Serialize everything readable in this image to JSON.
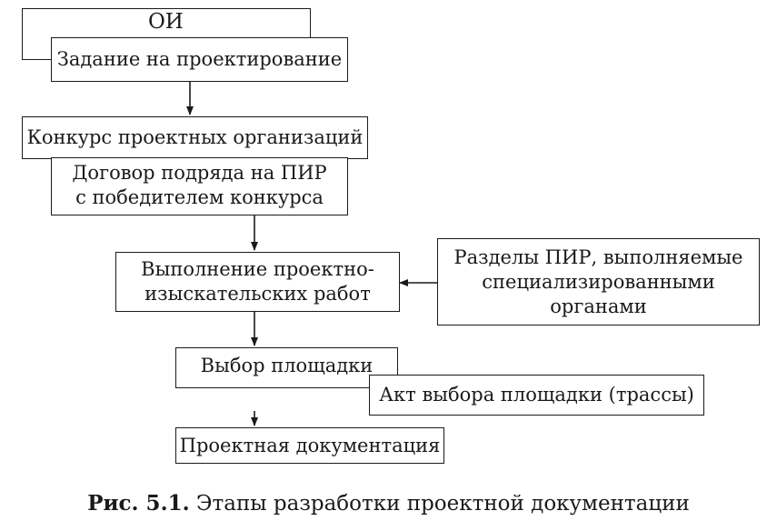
{
  "nodes": {
    "oi": "ОИ",
    "design_assignment": "Задание на проектирование",
    "competition": "Конкурс проектных организаций",
    "contract": [
      "Договор подряда на ПИР",
      "с победителем конкурса"
    ],
    "survey_works": [
      "Выполнение проектно-",
      "изыскательских работ"
    ],
    "specialized_sections": [
      "Разделы ПИР, выполняемые",
      "специализированными",
      "органами"
    ],
    "site_selection": "Выбор площадки",
    "site_act": "Акт выбора площадки (трассы)",
    "design_documentation": "Проектная документация"
  },
  "caption": {
    "label": "Рис. 5.1.",
    "text": " Этапы разработки проектной документации"
  }
}
